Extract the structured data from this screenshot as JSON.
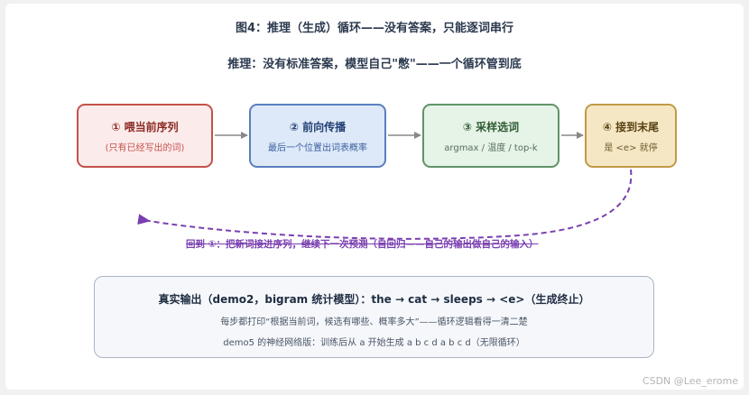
{
  "title": "图4：推理（生成）循环——没有答案，只能逐词串行",
  "subtitle": "推理：没有标准答案，模型自己\"憋\"——一个循环管到底",
  "steps": [
    {
      "title": "① 喂当前序列",
      "subtitle": "(只有已经写出的词)"
    },
    {
      "title": "② 前向传播",
      "subtitle": "最后一个位置出词表概率"
    },
    {
      "title": "③ 采样选词",
      "subtitle": "argmax / 温度 / top-k"
    },
    {
      "title": "④ 接到末尾",
      "subtitle": "是 <e> 就停"
    }
  ],
  "loop_label": "回到 ①：把新词接进序列，继续下一次预测（自回归——自己的输出做自己的输入）",
  "output": {
    "title": "真实输出（demo2，bigram 统计模型）：the → cat → sleeps → <e>（生成终止）",
    "line1": "每步都打印“根据当前词，候选有哪些、概率多大”——循环逻辑看得一清二楚",
    "line2": "demo5 的神经网络版：训练后从 a 开始生成 a b c d a b c d（无限循环）"
  },
  "watermark": "CSDN @Lee_erome",
  "colors": {
    "step1_border": "#c4524b",
    "step2_border": "#5a7fbf",
    "step3_border": "#5f9466",
    "step4_border": "#c09a47",
    "arrow": "#888888",
    "loop": "#7a3fb0"
  }
}
